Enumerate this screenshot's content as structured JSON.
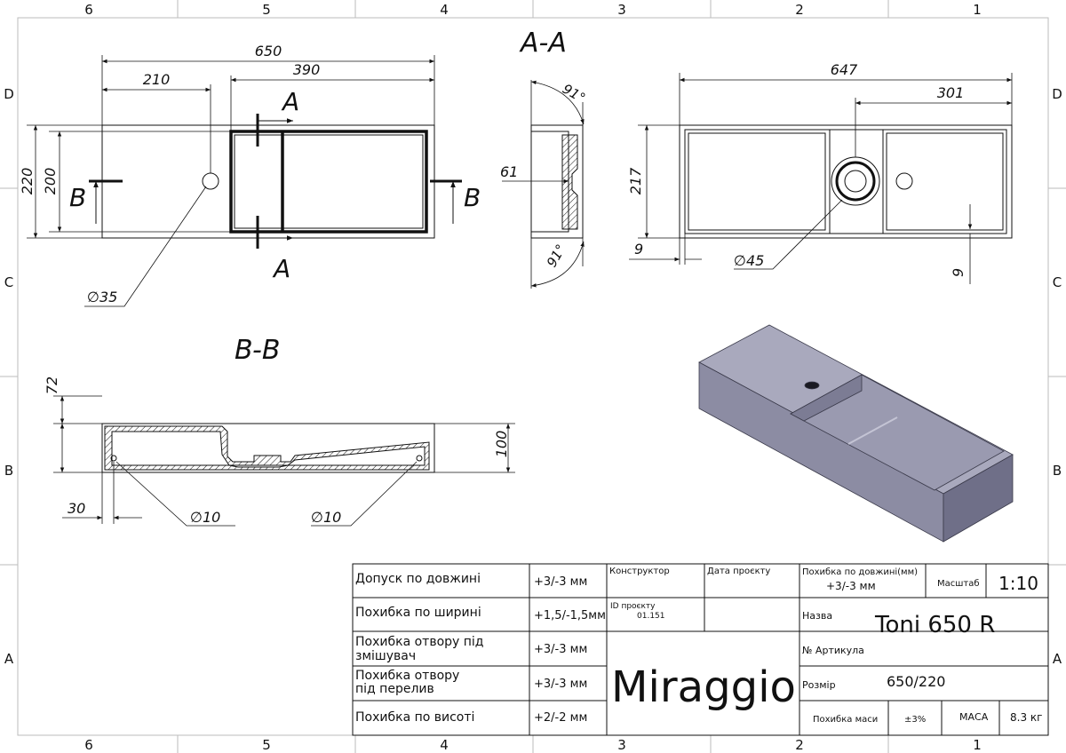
{
  "frame": {
    "columns_top": [
      "6",
      "5",
      "4",
      "3",
      "2",
      "1"
    ],
    "columns_bottom": [
      "6",
      "5",
      "4",
      "3",
      "2",
      "1"
    ],
    "rows_left": [
      "D",
      "C",
      "B",
      "A"
    ],
    "rows_right": [
      "D",
      "C",
      "B",
      "A"
    ]
  },
  "views": {
    "section_aa_title": "A-A",
    "section_bb_title": "B-B",
    "cut_label_a": "A",
    "cut_label_b": "B"
  },
  "dims": {
    "top_650": "650",
    "top_210": "210",
    "top_390": "390",
    "top_220": "220",
    "top_200": "200",
    "top_d35": "∅35",
    "aa_91_top": "91°",
    "aa_91_bottom": "91°",
    "aa_61": "61",
    "rv_647": "647",
    "rv_301": "301",
    "rv_217": "217",
    "rv_9_left": "9",
    "rv_9_right": "9",
    "rv_d45": "∅45",
    "bb_72": "72",
    "bb_100": "100",
    "bb_30": "30",
    "bb_d10_a": "∅10",
    "bb_d10_b": "∅10"
  },
  "title_block": {
    "rows": [
      {
        "label": "Допуск по довжині",
        "value": "+3/-3 мм"
      },
      {
        "label": "Похибка по ширині",
        "value": "+1,5/-1,5мм"
      },
      {
        "label": "Похибка отвору під змішувач",
        "label_line1": "Похибка отвору під",
        "label_line2": "змішувач",
        "value": "+3/-3 мм"
      },
      {
        "label": "Похибка отвору під перелив",
        "label_line1": "Похибка отвору",
        "label_line2": "під перелив",
        "value": "+3/-3 мм"
      },
      {
        "label": "Похибка по висоті",
        "value": "+2/-2 мм"
      }
    ],
    "constructor_label": "Конструктор",
    "project_date_label": "Дата проєкту",
    "project_id_label": "ID проєкту",
    "project_id_value": "01.151",
    "brand": "Miraggio",
    "length_tol_label": "Похибка по довжині(мм)",
    "length_tol_value": "+3/-3 мм",
    "scale_label": "Масштаб",
    "scale_value": "1:10",
    "name_label": "Назва",
    "name_value": "Toni 650 R",
    "article_label": "№ Артикула",
    "size_label": "Розмір",
    "size_value": "650/220",
    "mass_tol_label": "Похибка маси",
    "mass_tol_value": "±3%",
    "mass_label": "МАСА",
    "mass_value": "8.3 кг"
  },
  "colors": {
    "line": "#111111",
    "iso_top": "#a9a9bd",
    "iso_front": "#8c8ca3",
    "iso_side": "#6f6f88",
    "iso_bowl": "#9a9ab0"
  }
}
